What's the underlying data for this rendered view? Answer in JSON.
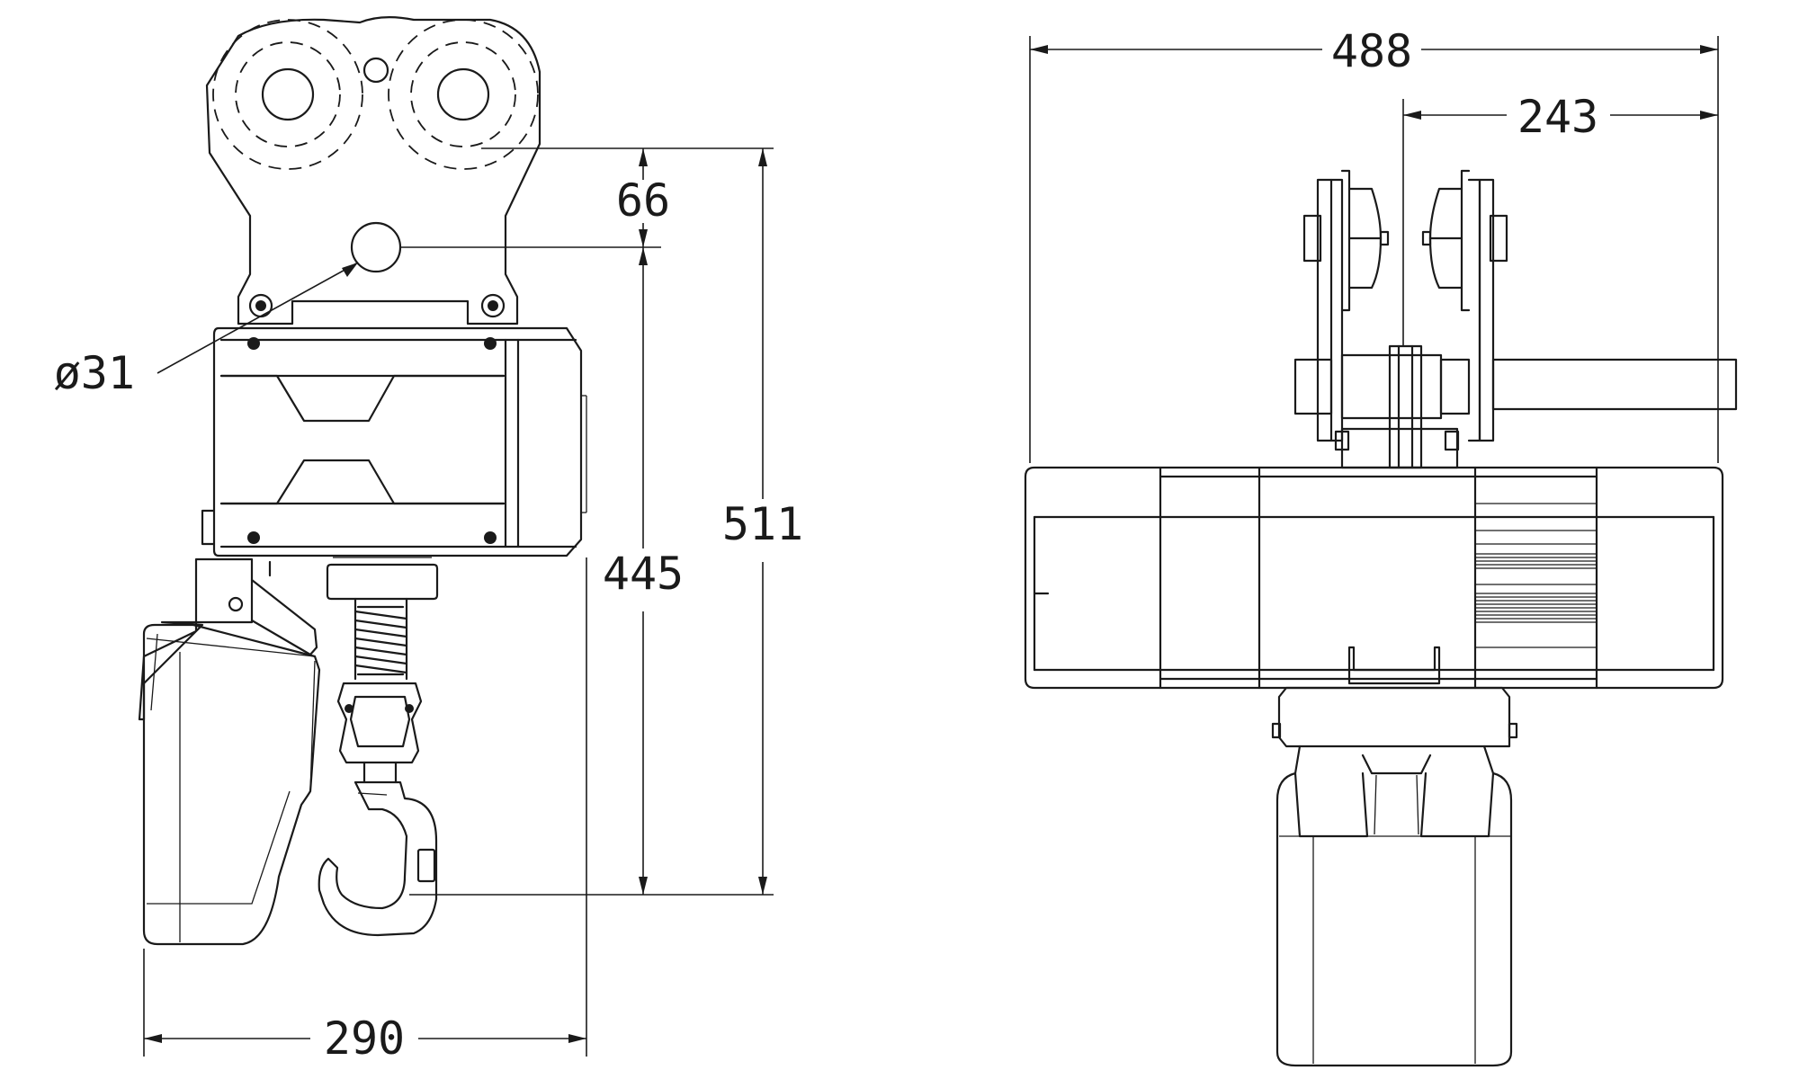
{
  "dimensions": {
    "side_width": "290",
    "total_height": "511",
    "hook_height": "445",
    "beam_offset": "66",
    "wheel_diameter": "ø31",
    "front_width": "488",
    "front_half_width": "243"
  },
  "colors": {
    "line": "#1a1a1a",
    "background": "#ffffff"
  }
}
